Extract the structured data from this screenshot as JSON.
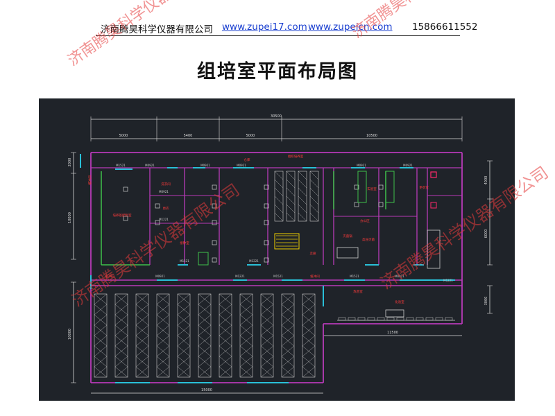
{
  "header": {
    "company": "济南腾昊科学仪器有限公司",
    "site1": "www.zupei17.com",
    "site2": "www.zupeicn.com",
    "phone": "15866611552"
  },
  "title": "组培室平面布局图",
  "watermark": "济南腾昊科学仪器有限公司",
  "drawing": {
    "background": "#1f2329",
    "wall_color": "#b83ab8",
    "door_color": "#29c0d8",
    "dimension_color": "#dddddd",
    "label_color": "#ff3b3b",
    "dimensions": {
      "overall": "30500",
      "top": [
        "5000",
        "5400",
        "5000",
        "10500"
      ],
      "left": [
        "2000",
        "10000"
      ],
      "left_lower": "10000",
      "right": [
        "4000",
        "6000"
      ],
      "right_lower": "3000",
      "bottom_left": "15000",
      "bottom_right": "11500"
    },
    "door_tags": [
      "M1521",
      "M0921",
      "M0921",
      "M0921",
      "M0921",
      "M0921",
      "M0921",
      "M1221",
      "M1221",
      "M0921",
      "M1221",
      "M1521",
      "M1521",
      "M0921",
      "M1221",
      "M1521"
    ],
    "room_labels": [
      "缓冲间",
      "培养基配制室",
      "洗衣间",
      "更衣",
      "接种室",
      "仓库",
      "组织培养室",
      "实验室",
      "灭菌锅",
      "高压灭菌",
      "走廊",
      "缓冲间",
      "缓冲间",
      "炼苗室",
      "办公区",
      "更衣室",
      "化验室"
    ]
  }
}
